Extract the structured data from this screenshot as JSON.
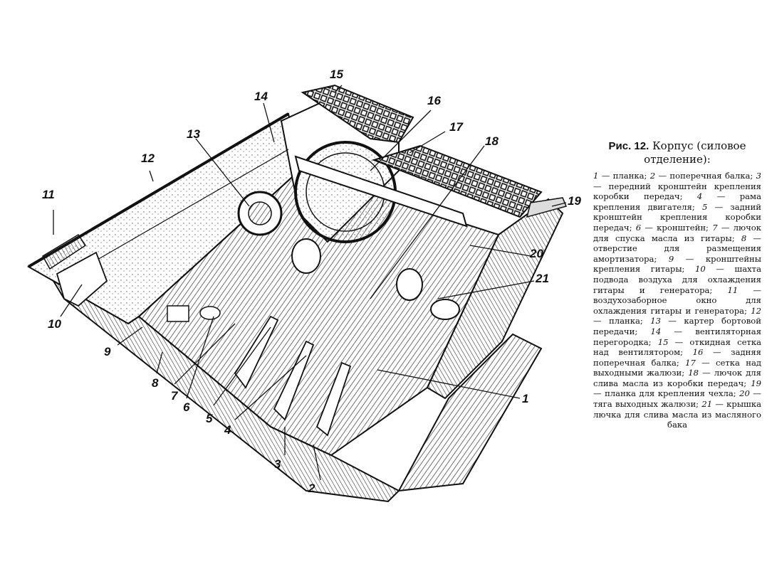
{
  "caption": {
    "fig_label": "Рис. 12.",
    "title": "Корпус (силовое отделение):"
  },
  "legend": [
    {
      "num": "1",
      "text": "планка"
    },
    {
      "num": "2",
      "text": "поперечная балка"
    },
    {
      "num": "3",
      "text": "передний кронштейн крепления коробки передач"
    },
    {
      "num": "4",
      "text": "рама крепления двигателя"
    },
    {
      "num": "5",
      "text": "задний кронштейн крепления коробки передач"
    },
    {
      "num": "6",
      "text": "кронштейн"
    },
    {
      "num": "7",
      "text": "лючок для спуска масла из гитары"
    },
    {
      "num": "8",
      "text": "отверстие для размещения амортизатора"
    },
    {
      "num": "9",
      "text": "кронштейны крепления гитары"
    },
    {
      "num": "10",
      "text": "шахта подвода воздуха для охлаждения гитары и генератора"
    },
    {
      "num": "11",
      "text": "воздухозаборное окно для охлаждения гитары и генератора"
    },
    {
      "num": "12",
      "text": "планка"
    },
    {
      "num": "13",
      "text": "картер бортовой передачи"
    },
    {
      "num": "14",
      "text": "вентиляторная перегородка"
    },
    {
      "num": "15",
      "text": "откидная сетка над вентилятором"
    },
    {
      "num": "16",
      "text": "задняя поперечная балка"
    },
    {
      "num": "17",
      "text": "сетка над выходными жалюзи"
    },
    {
      "num": "18",
      "text": "лючок для слива масла из коробки передач"
    },
    {
      "num": "19",
      "text": "планка для крепления чехла"
    },
    {
      "num": "20",
      "text": "тяга выходных жалюзи"
    },
    {
      "num": "21",
      "text": "крышка лючка для слива масла из масляного бака"
    }
  ],
  "callouts": [
    "1",
    "2",
    "3",
    "4",
    "5",
    "6",
    "7",
    "8",
    "9",
    "10",
    "11",
    "12",
    "13",
    "14",
    "15",
    "16",
    "17",
    "18",
    "19",
    "20",
    "21"
  ]
}
